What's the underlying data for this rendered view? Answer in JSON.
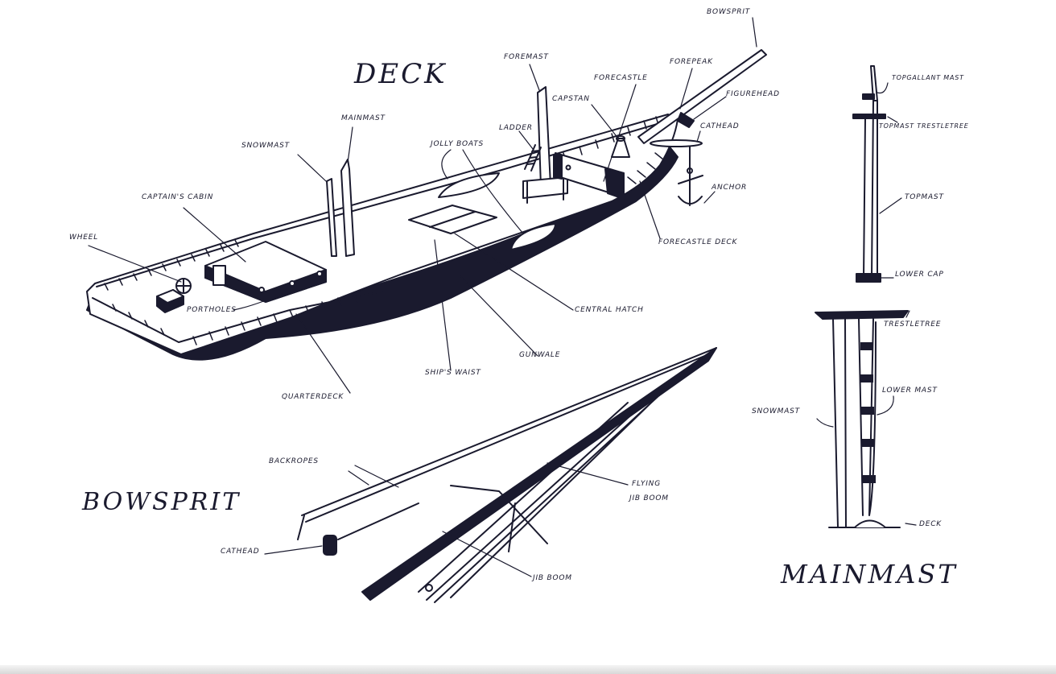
{
  "titles": {
    "deck": "DECK",
    "bowsprit": "BOWSPRIT",
    "mainmast": "MAINMAST"
  },
  "deck_labels": {
    "bowsprit": "BOWSPRIT",
    "foremast": "FOREMAST",
    "forepeak": "FOREPEAK",
    "forecastle": "FORECASTLE",
    "capstan": "CAPSTAN",
    "figurehead": "FIGUREHEAD",
    "cathead": "CATHEAD",
    "mainmast": "MAINMAST",
    "ladder": "LADDER",
    "jolly_boats": "JOLLY BOATS",
    "snowmast": "SNOWMAST",
    "anchor": "ANCHOR",
    "captains_cabin": "CAPTAIN'S CABIN",
    "wheel": "WHEEL",
    "forecastle_deck": "FORECASTLE DECK",
    "portholes": "PORTHOLES",
    "central_hatch": "CENTRAL HATCH",
    "gunwale": "GUNWALE",
    "ships_waist": "SHIP'S WAIST",
    "quarterdeck": "QUARTERDECK"
  },
  "bowsprit_labels": {
    "backropes": "BACKROPES",
    "flying_jib_boom_line1": "FLYING",
    "flying_jib_boom_line2": "JIB BOOM",
    "cathead": "CATHEAD",
    "jib_boom": "JIB BOOM"
  },
  "mainmast_labels": {
    "topgallant_mast": "TOPGALLANT MAST",
    "topmast_trestletree": "TOPMAST TRESTLETREE",
    "topmast": "TOPMAST",
    "lower_cap": "LOWER CAP",
    "trestletree": "TRESTLETREE",
    "lower_mast": "LOWER MAST",
    "snowmast": "SNOWMAST",
    "deck": "DECK"
  },
  "colors": {
    "ink": "#1a1a2e",
    "paper": "#ffffff"
  }
}
